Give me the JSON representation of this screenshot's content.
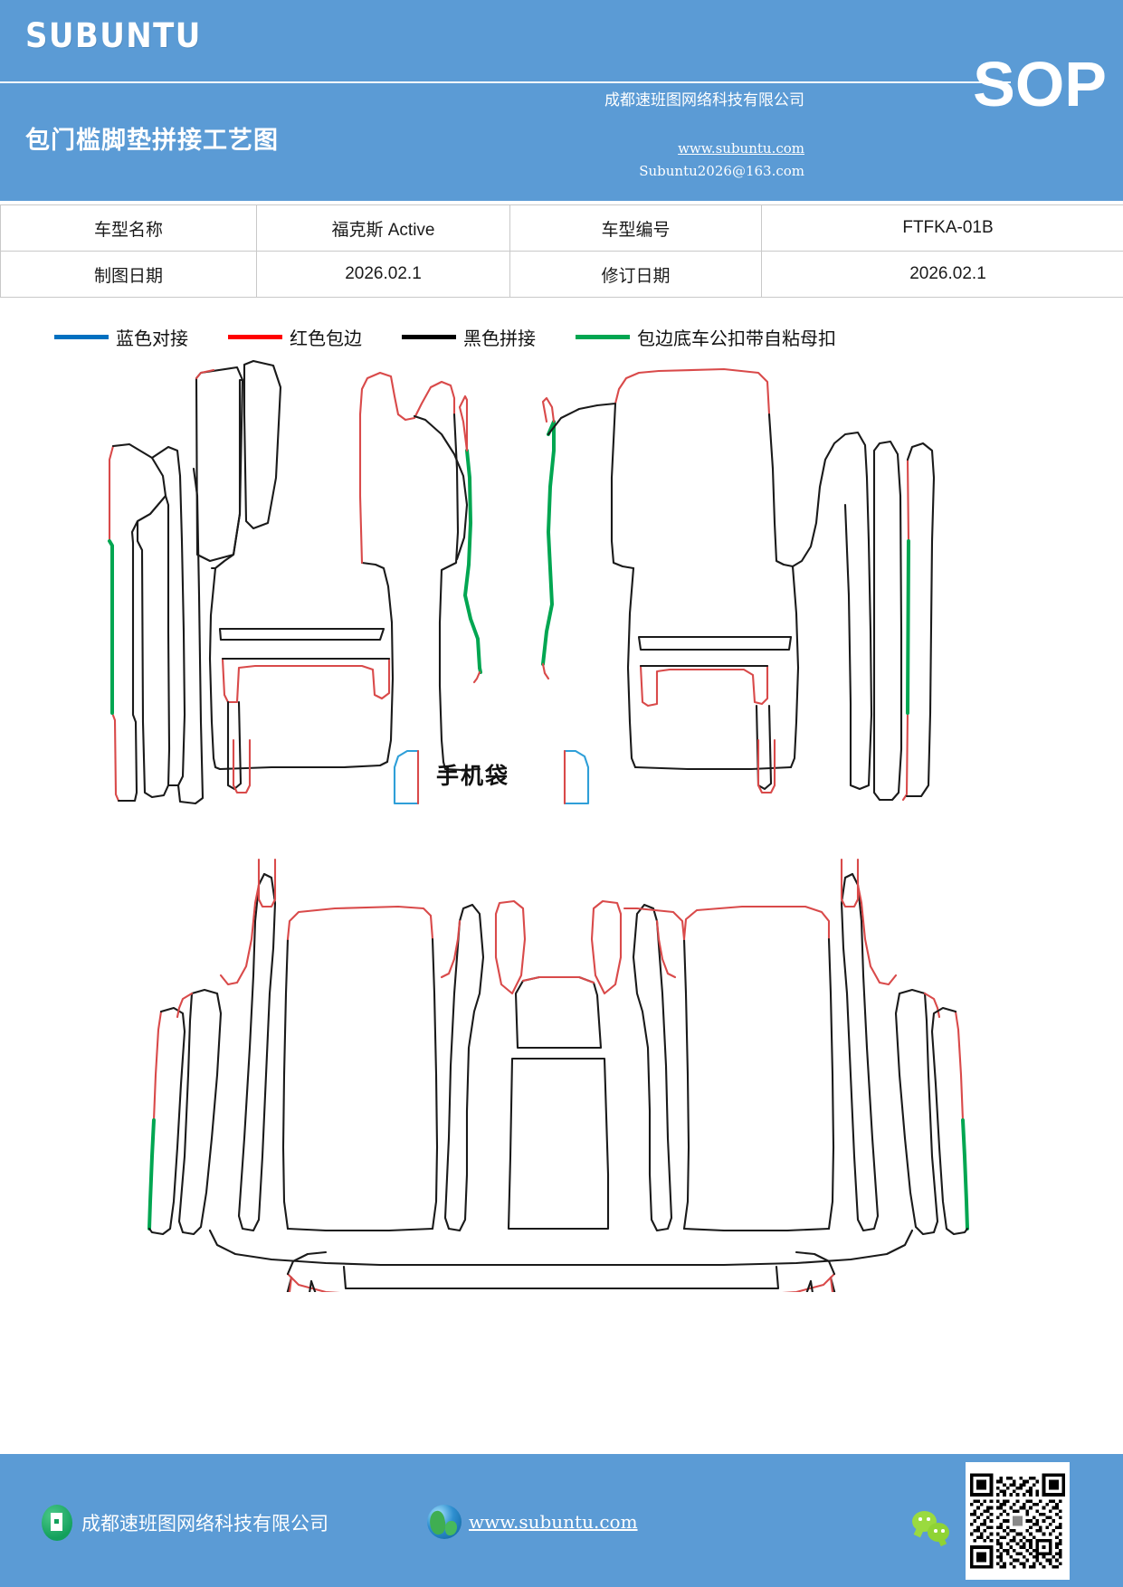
{
  "header": {
    "brand": "SUBUNTU",
    "doc_title": "包门槛脚垫拼接工艺图",
    "company_cn": "成都速班图网络科技有限公司",
    "badge": "SOP",
    "url": "www.subuntu.com",
    "email": "Subuntu2026@163.com",
    "bg_color": "#5b9bd5"
  },
  "info_table": {
    "rows": [
      {
        "label1": "车型名称",
        "value1": "福克斯 Active",
        "label2": "车型编号",
        "value2": "FTFKA-01B"
      },
      {
        "label1": "制图日期",
        "value1": "2026.02.1",
        "label2": "修订日期",
        "value2": "2026.02.1"
      }
    ]
  },
  "legend": {
    "items": [
      {
        "label": "蓝色对接",
        "color": "#0070c0"
      },
      {
        "label": "红色包边",
        "color": "#ff0000"
      },
      {
        "label": "黑色拼接",
        "color": "#000000"
      },
      {
        "label": "包边底车公扣带自粘母扣",
        "color": "#00a651"
      }
    ]
  },
  "drawing": {
    "phone_pocket_label": "手机袋",
    "line_colors": {
      "cut": "#1a1a1a",
      "binding": "#d94a4a",
      "velcro": "#00a651",
      "butt_joint": "#2f9fd8"
    },
    "sections": [
      {
        "name": "front-mats",
        "description": "前排脚垫与门槛拼接件"
      },
      {
        "name": "rear-mats",
        "description": "后排脚垫与门槛拼接件"
      }
    ]
  },
  "footer": {
    "company": "成都速班图网络科技有限公司",
    "url": "www.subuntu.com",
    "icons": {
      "building": "building-icon",
      "globe": "globe-icon",
      "wechat": "wechat-icon",
      "qr": "qr-code"
    },
    "bg_color": "#5b9bd5"
  }
}
